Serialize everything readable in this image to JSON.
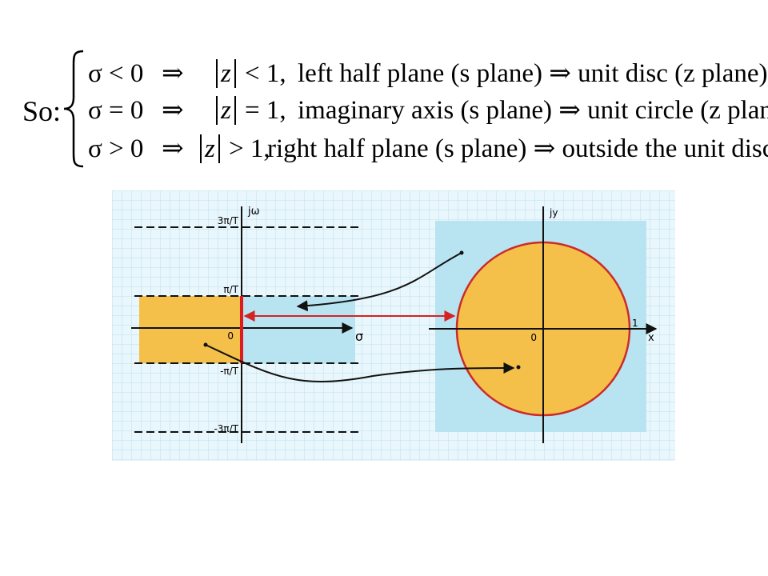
{
  "equation": {
    "prefix": "So:",
    "rows": [
      {
        "sigma": "σ < 0",
        "implies": "⇒",
        "z": "z",
        "rel": "< 1,",
        "text": "left half plane (s plane) ⇒ unit disc (z plane)"
      },
      {
        "sigma": "σ = 0",
        "implies": "⇒",
        "z": "z",
        "rel": "= 1,",
        "text": "imaginary axis (s plane) ⇒ unit circle (z plane)"
      },
      {
        "sigma": "σ > 0",
        "implies": "⇒",
        "z": "z",
        "rel": "> 1,",
        "text": "right half plane (s plane) ⇒ outside the unit disc"
      }
    ]
  },
  "diagram": {
    "s_plane": {
      "v_axis_label": "jω",
      "h_axis_label": "σ",
      "origin_label": "0",
      "tick_labels": [
        "3π/T",
        "π/T",
        "-π/T",
        "-3π/T"
      ]
    },
    "z_plane": {
      "v_axis_label": "jy",
      "h_axis_label": "x",
      "origin_label": "0",
      "unit_label": "1"
    },
    "colors": {
      "grid_bg": "#e9f6fb",
      "grid_line": "#b9e3f1",
      "light_blue": "#b8e3f0",
      "yellow": "#f5c04a",
      "red": "#d42323",
      "black": "#111111"
    }
  }
}
